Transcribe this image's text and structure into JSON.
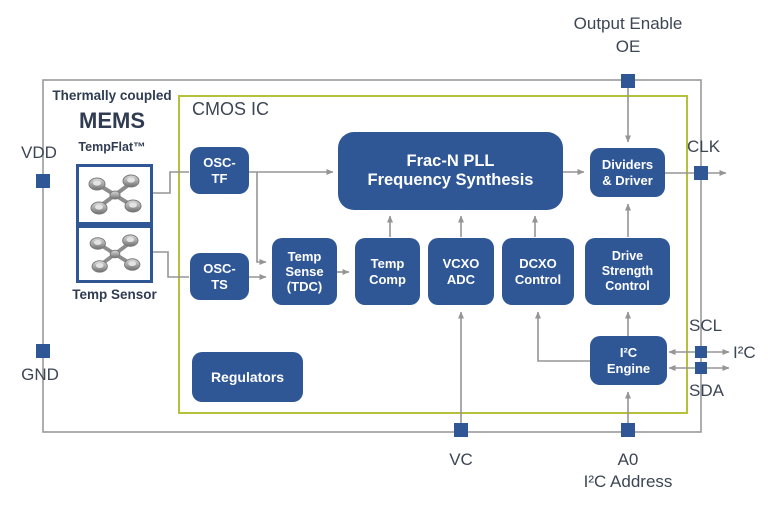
{
  "colors": {
    "block_blue": "#2F5796",
    "olive_border": "#B5C13A",
    "wire_gray": "#959595",
    "label_dark": "#3D4654",
    "block_text": "#FFFFFF"
  },
  "pins": {
    "output_enable_label": "Output Enable",
    "oe_label": "OE",
    "vdd_label": "VDD",
    "gnd_label": "GND",
    "clk_label": "CLK",
    "scl_label": "SCL",
    "sda_label": "SDA",
    "i2c_label": "I²C",
    "vc_label": "VC",
    "a0_label": "A0",
    "i2c_address_label": "I²C Address"
  },
  "mems": {
    "thermally_coupled_label": "Thermally coupled",
    "title": "MEMS",
    "tempflat_label": "TempFlat™",
    "temp_sensor_label": "Temp Sensor"
  },
  "cmos": {
    "title": "CMOS IC"
  },
  "blocks": {
    "osc_tf": "OSC-\nTF",
    "osc_ts": "OSC-\nTS",
    "temp_sense": "Temp\nSense\n(TDC)",
    "temp_comp": "Temp\nComp",
    "vcxo_adc": "VCXO\nADC",
    "dcxo_control": "DCXO\nControl",
    "drive_strength": "Drive\nStrength\nControl",
    "frac_n_pll": "Frac-N PLL\nFrequency Synthesis",
    "dividers_driver": "Dividers\n& Driver",
    "i2c_engine": "I²C\nEngine",
    "regulators": "Regulators"
  }
}
